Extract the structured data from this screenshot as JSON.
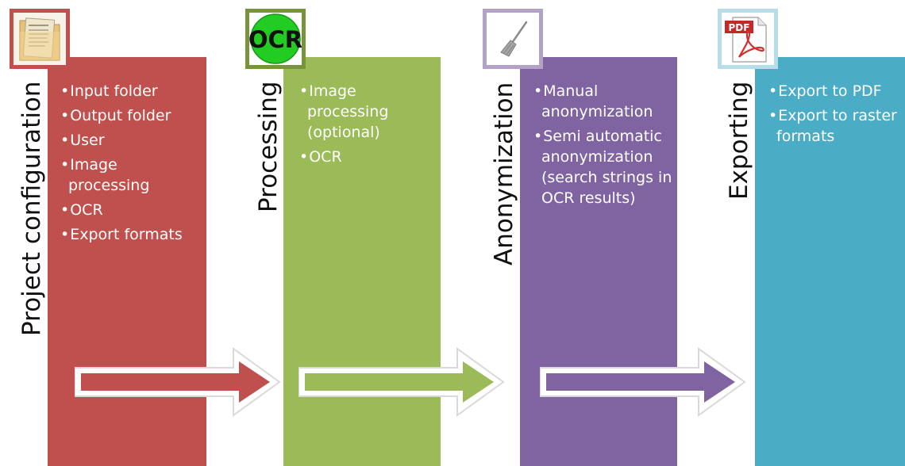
{
  "stages": [
    {
      "title": "Project configuration",
      "icon": "folder-icon",
      "color": "#C0504D",
      "bullets": [
        "Input folder",
        "Output folder",
        "User",
        "Image processing",
        "OCR",
        "Export formats"
      ]
    },
    {
      "title": "Processing",
      "icon": "ocr-icon",
      "icon_text": "OCR",
      "color": "#9BBB59",
      "bullets": [
        "Image processing (optional)",
        "OCR"
      ]
    },
    {
      "title": "Anonymization",
      "icon": "broom-icon",
      "color": "#8064A2",
      "bullets": [
        "Manual anonymization",
        "Semi automatic anonymization (search strings in OCR results)"
      ]
    },
    {
      "title": "Exporting",
      "icon": "pdf-icon",
      "icon_text": "PDF",
      "color": "#4BACC6",
      "bullets": [
        "Export to PDF",
        "Export to raster formats"
      ]
    }
  ]
}
